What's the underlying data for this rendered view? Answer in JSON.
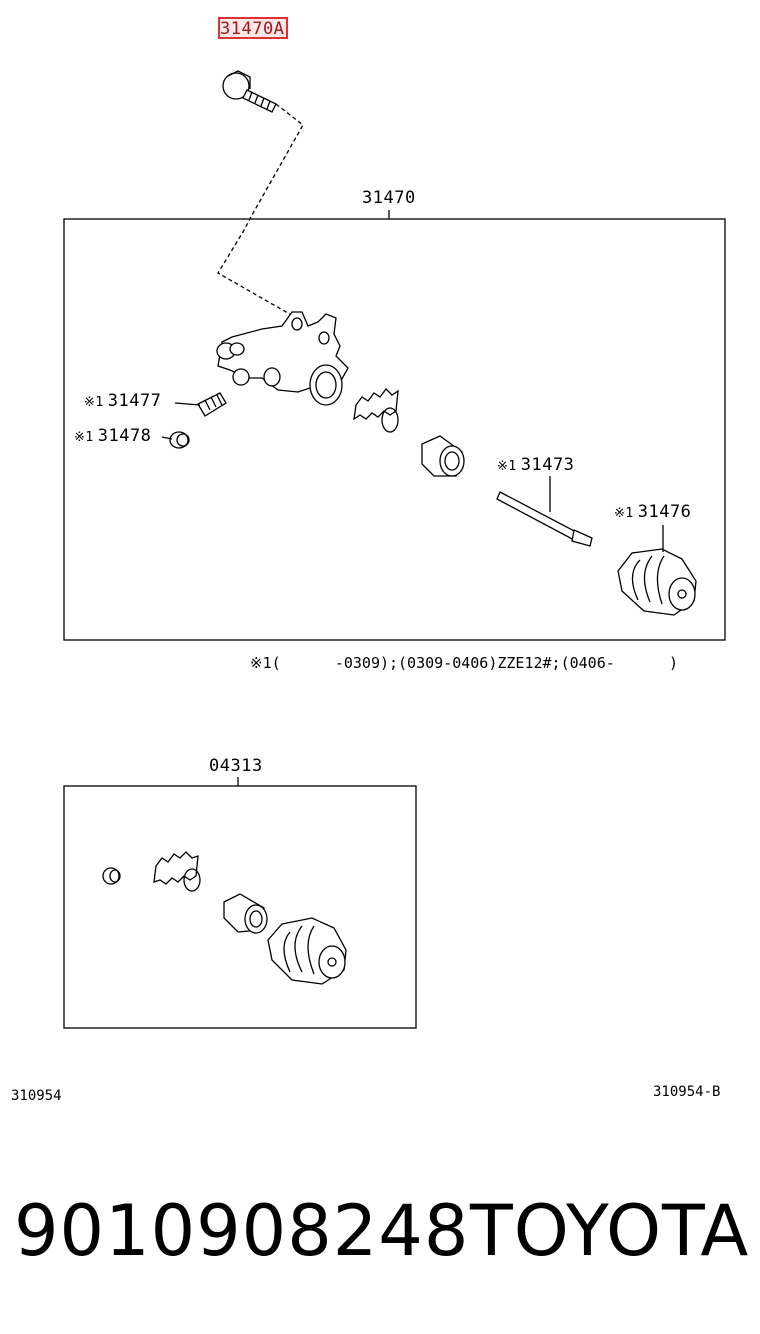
{
  "highlight_label": "31470A",
  "main_group_label": "31470",
  "parts": [
    {
      "code": "31477",
      "mark": "※1"
    },
    {
      "code": "31478",
      "mark": "※1"
    },
    {
      "code": "31473",
      "mark": "※1"
    },
    {
      "code": "31476",
      "mark": "※1"
    }
  ],
  "footnote": "※1(      -0309);(0309-0406)ZZE12#;(0406-      )",
  "kit_label": "04313",
  "diagram_id_left": "310954",
  "diagram_id_right": "310954-B",
  "part_number": "9010908248",
  "brand": "TOYOTA",
  "colors": {
    "highlight": "#e03030",
    "ink": "#000000"
  }
}
